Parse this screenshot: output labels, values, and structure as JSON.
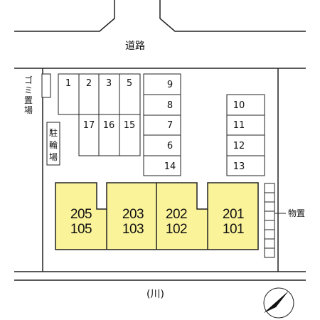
{
  "road": {
    "label": "道路"
  },
  "river": {
    "label": "(川)"
  },
  "garbage": {
    "label": "ゴミ置場"
  },
  "bicycle_parking": {
    "label": "駐輪場"
  },
  "storage": {
    "label": "物置"
  },
  "parking_top_row": [
    "1",
    "2",
    "3",
    "5"
  ],
  "parking_bottom_row": [
    "17",
    "16",
    "15"
  ],
  "parking_mid_column": [
    "9",
    "8",
    "7",
    "6",
    "14"
  ],
  "parking_right_column": [
    "10",
    "11",
    "12",
    "13"
  ],
  "units": [
    {
      "upper": "205",
      "lower": "105"
    },
    {
      "upper": "203",
      "lower": "103"
    },
    {
      "upper": "202",
      "lower": "102"
    },
    {
      "upper": "201",
      "lower": "101"
    }
  ],
  "colors": {
    "building_fill": "#faf39a",
    "line": "#222222"
  },
  "compass": {
    "icon": "north-arrow-icon"
  }
}
